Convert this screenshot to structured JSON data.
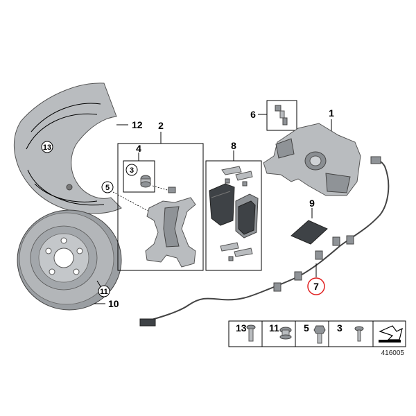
{
  "labels": {
    "part1": "1",
    "part2": "2",
    "part3": "3",
    "part4": "4",
    "part5": "5",
    "part6": "6",
    "part7": "7",
    "part8": "8",
    "part9": "9",
    "part10": "10",
    "part11": "11",
    "part12": "12",
    "part13": "13"
  },
  "legend": {
    "items": [
      {
        "num": "13",
        "icon": "flat-head-screw-icon"
      },
      {
        "num": "11",
        "icon": "flanged-bolt-icon"
      },
      {
        "num": "5",
        "icon": "hex-bolt-icon"
      },
      {
        "num": "3",
        "icon": "small-screw-icon"
      }
    ],
    "last_icon": "reference-arrow-icon"
  },
  "reference_number": "416005",
  "colors": {
    "highlight_circle": "#e02020",
    "metal": "#b9bcbf",
    "dark_metal": "#3e4246"
  }
}
